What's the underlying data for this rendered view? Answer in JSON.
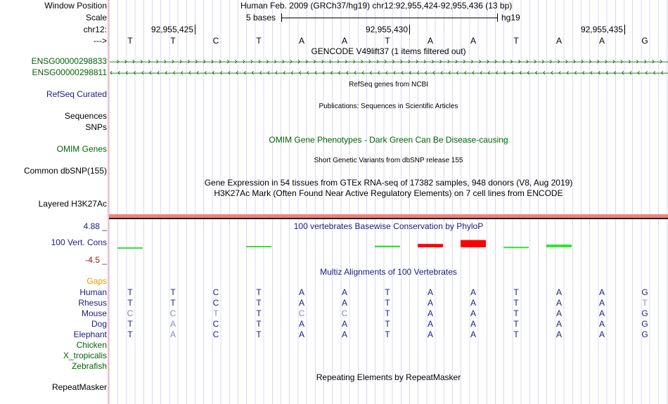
{
  "colors": {
    "gene": "#006400",
    "conservation_pos": "#ff0000",
    "conservation_neg": "#00dd00",
    "highlight": "#f08080"
  },
  "labels": {
    "window_position": "Window Position",
    "scale": "Scale",
    "chr": "chr12:",
    "strand": "--->",
    "gene1": "ENSG00000298833",
    "gene2": "ENSG00000298811",
    "refseq": "RefSeq Curated",
    "sequences": "Sequences",
    "snps": "SNPs",
    "omim": "OMIM Genes",
    "dbsnp": "Common dbSNP(155)",
    "h3k27ac": "Layered H3K27Ac",
    "cons_max": "4.88 _",
    "cons_name": "100 Vert. Cons",
    "cons_min": "-4.5 _",
    "gaps": "Gaps",
    "repeatmasker": "RepeatMasker"
  },
  "header": {
    "title": "Human Feb. 2009 (GRCh37/hg19)   chr12:92,955,424-92,955,436 (13 bp)",
    "scale_text": "5 bases",
    "assembly": "hg19",
    "ticks": [
      "92,955,425",
      "92,955,430",
      "92,955,435"
    ]
  },
  "bases": [
    "T",
    "T",
    "C",
    "T",
    "A",
    "A",
    "T",
    "A",
    "A",
    "T",
    "A",
    "A",
    "G"
  ],
  "tracks": {
    "gencode": "GENCODE V49lift37 (1 items filtered out)",
    "refseq": "RefSeq genes from NCBI",
    "publications": "Publications: Sequences in Scientific Articles",
    "omim": "OMIM Gene Phenotypes - Dark Green Can Be Disease-causing",
    "dbsnp": "Short Genetic Variants from dbSNP release 155",
    "gtex": "Gene Expression in 54 tissues from GTEx RNA-seq of 17382 samples, 948 donors (V8, Aug 2019)",
    "h3k27ac": "H3K27Ac Mark (Often Found Near Active Regulatory Elements) on 7 cell lines from ENCODE",
    "phylop": "100 vertebrates Basewise Conservation by PhyloP",
    "multiz": "Multiz Alignments of 100 Vertebrates",
    "repeatmasker": "Repeating Elements by RepeatMasker"
  },
  "phylop_scores": [
    -0.3,
    0,
    0,
    0.5,
    0,
    0,
    0.6,
    1.2,
    2.6,
    0.2,
    1.0,
    0,
    0
  ],
  "alignment": [
    {
      "species": "Human",
      "seq": "TTCTAATAATAAG",
      "faded": "0000000000000"
    },
    {
      "species": "Rhesus",
      "seq": "TTCTAATAATAAT",
      "faded": "0000000000001"
    },
    {
      "species": "Mouse",
      "seq": "CCTTCCTAATAAG",
      "faded": "1110110000000"
    },
    {
      "species": "Dog",
      "seq": "TACTAATAATAAG",
      "faded": "0100000000000"
    },
    {
      "species": "Elephant",
      "seq": "TACTAATAATAAG",
      "faded": "0100000000000"
    },
    {
      "species": "Chicken",
      "seq": "",
      "faded": ""
    },
    {
      "species": "X_tropicalis",
      "seq": "",
      "faded": ""
    },
    {
      "species": "Zebrafish",
      "seq": "",
      "faded": ""
    }
  ]
}
